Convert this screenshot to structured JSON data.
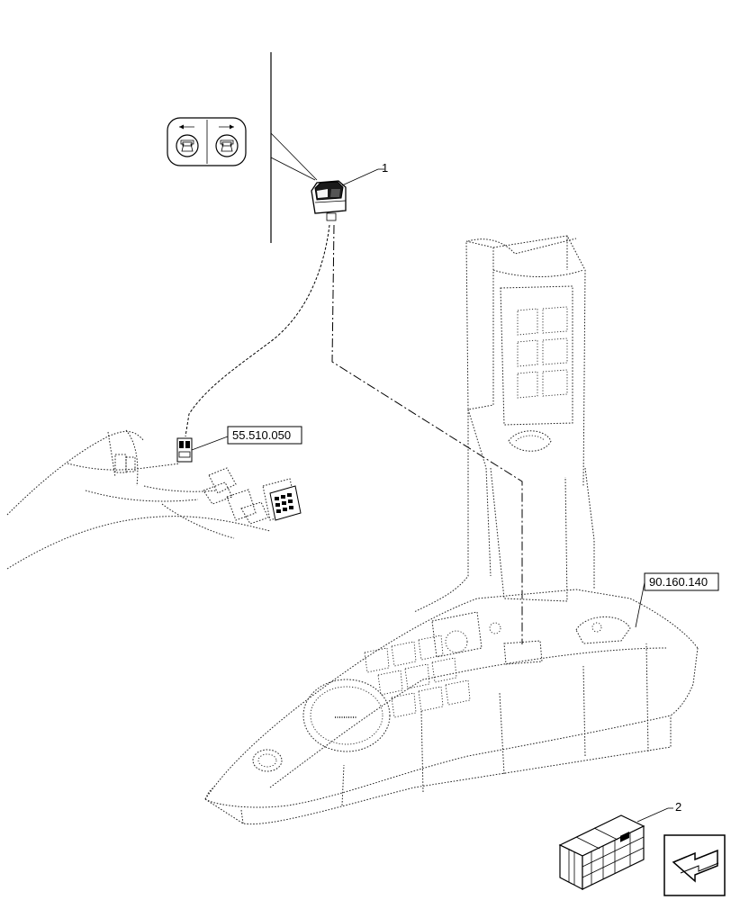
{
  "callouts": {
    "item_1": "1",
    "item_2": "2",
    "ref_harness": "55.510.050",
    "ref_console": "90.160.140"
  },
  "icons": {
    "switch_symbol": "switch-symbol-icon",
    "connector": "harness-connector-icon",
    "console": "operator-console-icon",
    "kit_box": "kit-box-icon",
    "nav_arrow": "navigation-arrow-icon"
  }
}
